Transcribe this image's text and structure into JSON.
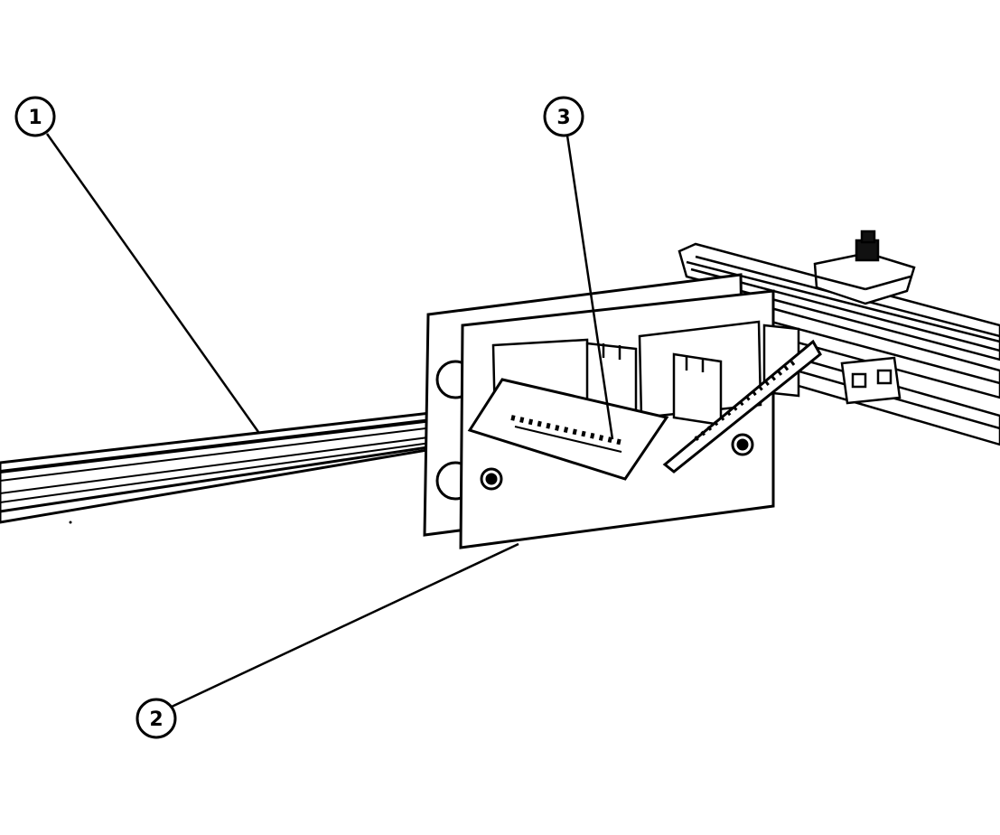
{
  "figure": {
    "callouts": [
      {
        "id": "1",
        "label": "1"
      },
      {
        "id": "2",
        "label": "2"
      },
      {
        "id": "3",
        "label": "3"
      }
    ],
    "colors": {
      "line": "#000000",
      "background": "#ffffff",
      "plate": "#ffffff"
    }
  }
}
